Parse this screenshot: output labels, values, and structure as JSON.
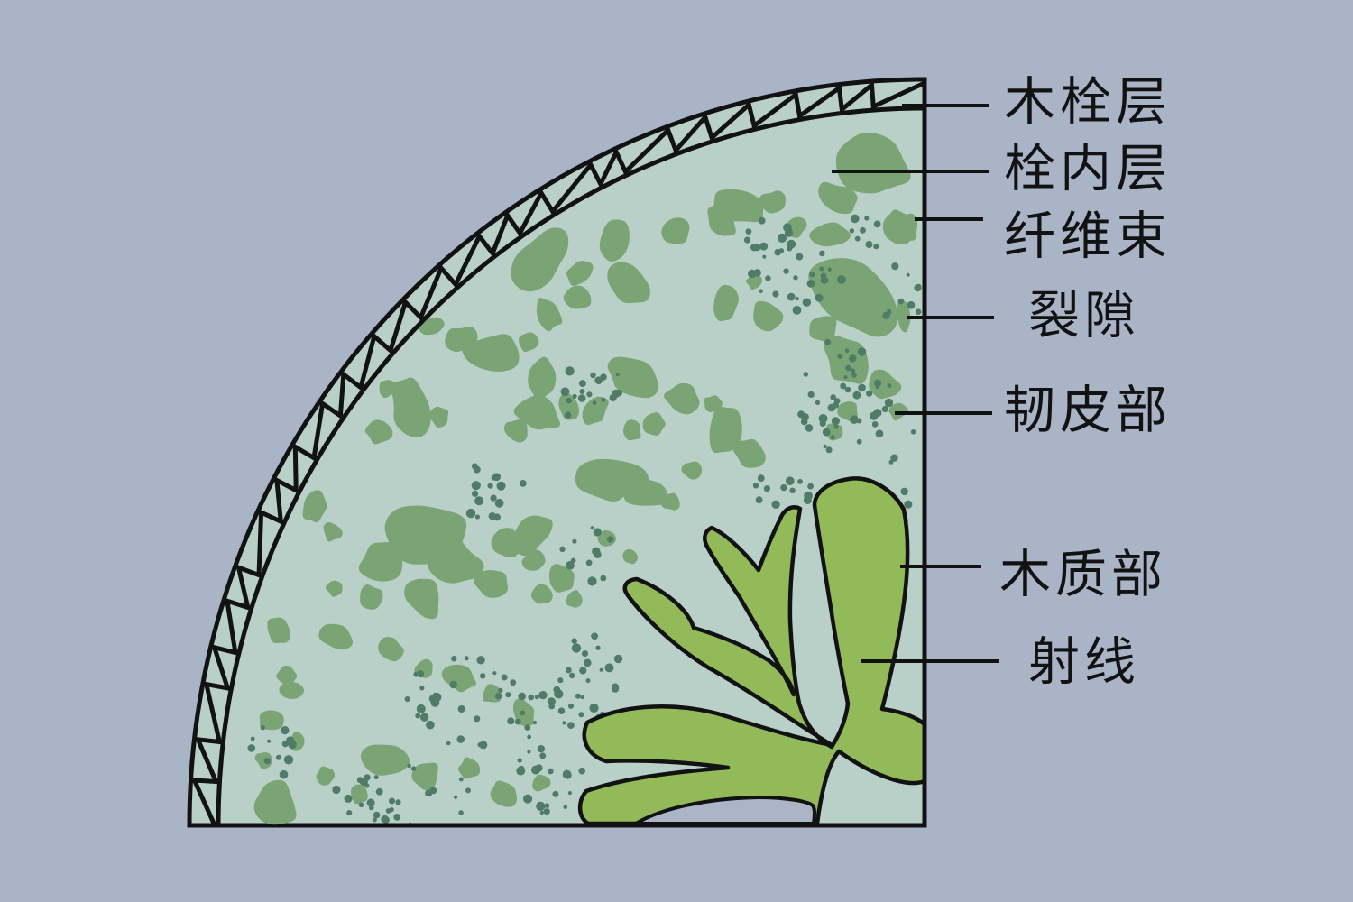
{
  "diagram": {
    "kind": "plant-stem-bark-cross-section",
    "description": "Quarter wedge cross-section of woody stem bark with labeled tissue layers"
  },
  "palette": {
    "background": "#a9b4c6",
    "tissue": "#b9d0c9",
    "blob": "#7ba475",
    "dot": "#4e7c68",
    "xylem": "#92ba58",
    "pith_gap": "#aab5c7",
    "outline": "#121212"
  },
  "labels": [
    {
      "id": "cork-layer",
      "text": "木栓层"
    },
    {
      "id": "phelloderm",
      "text": "栓内层"
    },
    {
      "id": "fiber-bundle",
      "text": "纤维束"
    },
    {
      "id": "fissure",
      "text": "裂隙"
    },
    {
      "id": "phloem",
      "text": "韧皮部"
    },
    {
      "id": "xylem",
      "text": "木质部"
    },
    {
      "id": "ray",
      "text": "射线"
    }
  ]
}
